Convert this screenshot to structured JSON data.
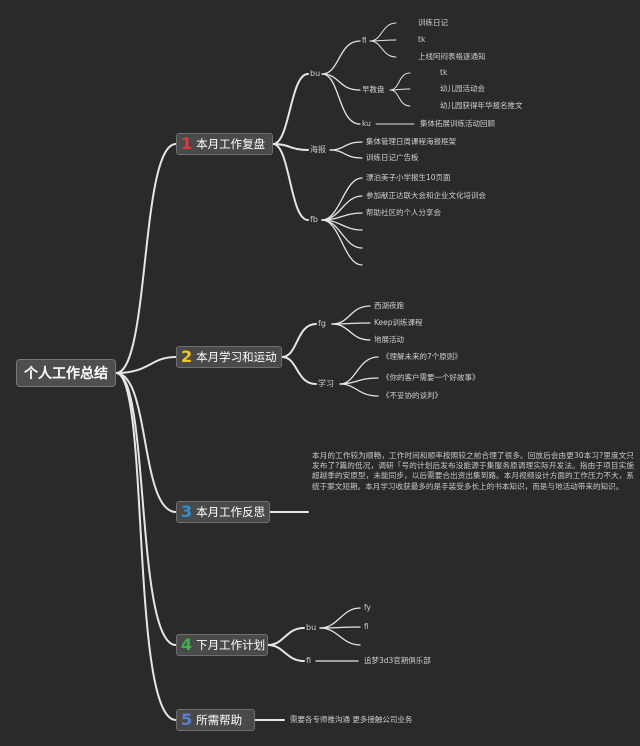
{
  "root": "个人工作总结",
  "colors": {
    "background": "#2a2a2a",
    "line": "#e6e6e6",
    "n1": "#e23a3a",
    "n2": "#f2c81e",
    "n3": "#2f8fd6",
    "n4": "#3db34a",
    "n5": "#5a7fd6"
  },
  "topics": [
    {
      "num": "1",
      "label": "本月工作复盘"
    },
    {
      "num": "2",
      "label": "本月学习和运动"
    },
    {
      "num": "3",
      "label": "本月工作反思"
    },
    {
      "num": "4",
      "label": "下月工作计划"
    },
    {
      "num": "5",
      "label": "所需帮助"
    }
  ],
  "t1": {
    "b1": "bu",
    "b1a": "fi",
    "b1a_items": [
      "训练日记",
      "tk",
      "上线阿闷表格逐通知"
    ],
    "b1b": "早教盘",
    "b1b_items": [
      "tk",
      "幼儿园活动会",
      "幼儿园获得年华报名推文"
    ],
    "b1c": "ku",
    "b1c_item": "集体拓展训练活动回顾",
    "b2": "海报",
    "b2_items": [
      "集体管理日周课程海报框架",
      "训练日记广告板"
    ],
    "b3": "fb",
    "b3_items": [
      "漂泊美子小学报生10页面",
      "参加献正达联大会和企业文化培训会",
      "帮助社区的个人分享会"
    ]
  },
  "t2": {
    "b1": "fg",
    "b1_items": [
      "西湖夜跑",
      "Keep训练课程",
      "地展活动"
    ],
    "b2": "学习",
    "b2_items": [
      "《理解未来的7个原则》",
      "《你的客户需要一个好故事》",
      "《不妥协的谈判》"
    ]
  },
  "t3": {
    "text": "本月的工作较为顺畅，工作时间和顺率按照较之前合理了很多。回放后会由更30本习?里度文只发布了?篇的低况，调研「号的计划后发布没能源于集服务原调理实际开发法。指由于项目实施超越季的安原型，未能同步，以后需要合出资出集到路。本月视频设计方面的工作压力不大，系统于案文短期。本月学习收获最多的是手装受多长上的书本知识，而是与地活动带来的知识。"
  },
  "t4": {
    "b1": "bu",
    "b1_items": [
      "fy",
      "fi"
    ],
    "b2": "fi",
    "b2_item": "追梦3d3官期俱乐部"
  },
  "t5": {
    "item": "需要各专师推沟通 更多接触公司业务"
  }
}
